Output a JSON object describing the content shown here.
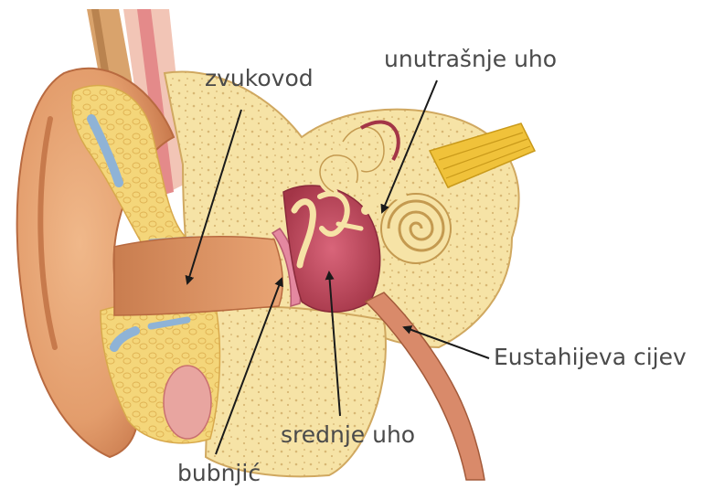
{
  "labels": {
    "ear_canal": "zvukovod",
    "inner_ear": "unutrašnje uho",
    "eustachian_tube": "Eustahijeva cijev",
    "middle_ear": "srednje uho",
    "eardrum": "bubnjić"
  },
  "colors": {
    "skin": "#e8a677",
    "skin_dark": "#c8784c",
    "bone": "#f6e3a6",
    "fat": "#f4d67a",
    "middle_ear_red": "#c0485a",
    "cartilage_blue": "#8fb3d6",
    "nerve_yellow": "#f0c23a",
    "label_text": "#4a4a4a",
    "arrow": "#1a1a1a"
  }
}
